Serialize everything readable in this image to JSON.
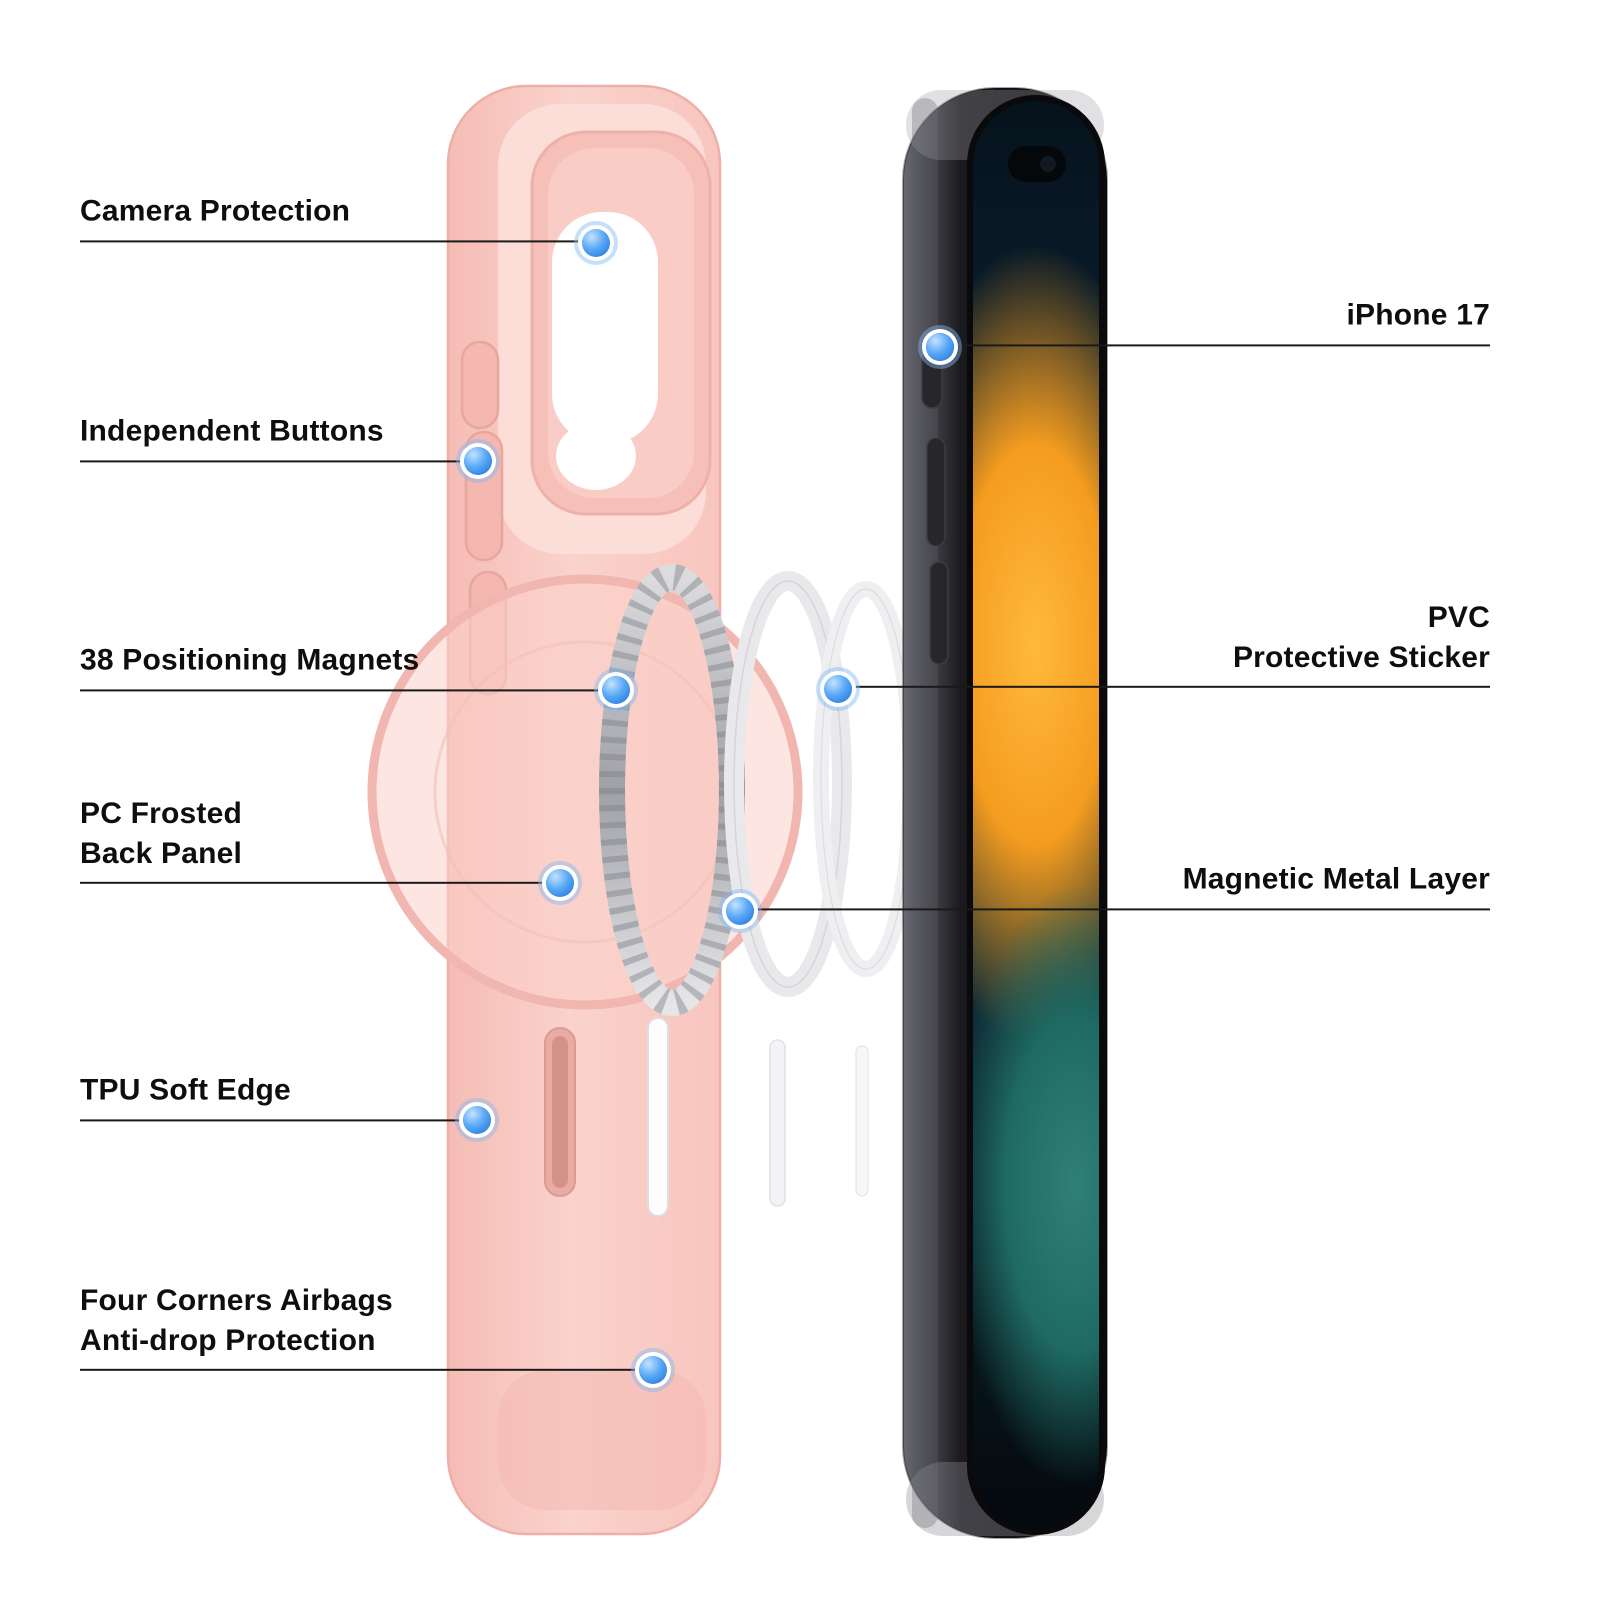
{
  "colors": {
    "accent_blue": "#2e7fe8",
    "case_pink": "#f8ccc5",
    "line_color": "#1a1a1a"
  },
  "callouts": {
    "left": [
      {
        "line1": "Camera Protection"
      },
      {
        "line1": "Independent Buttons"
      },
      {
        "line1": "38 Positioning Magnets"
      },
      {
        "line1": "PC Frosted",
        "line2": "Back Panel"
      },
      {
        "line1": "TPU Soft Edge"
      },
      {
        "line1": "Four Corners Airbags",
        "line2": "Anti-drop Protection"
      }
    ],
    "right": [
      {
        "line1": "iPhone 17"
      },
      {
        "line1": "PVC",
        "line2": "Protective Sticker"
      },
      {
        "line1": "Magnetic Metal Layer"
      }
    ]
  }
}
